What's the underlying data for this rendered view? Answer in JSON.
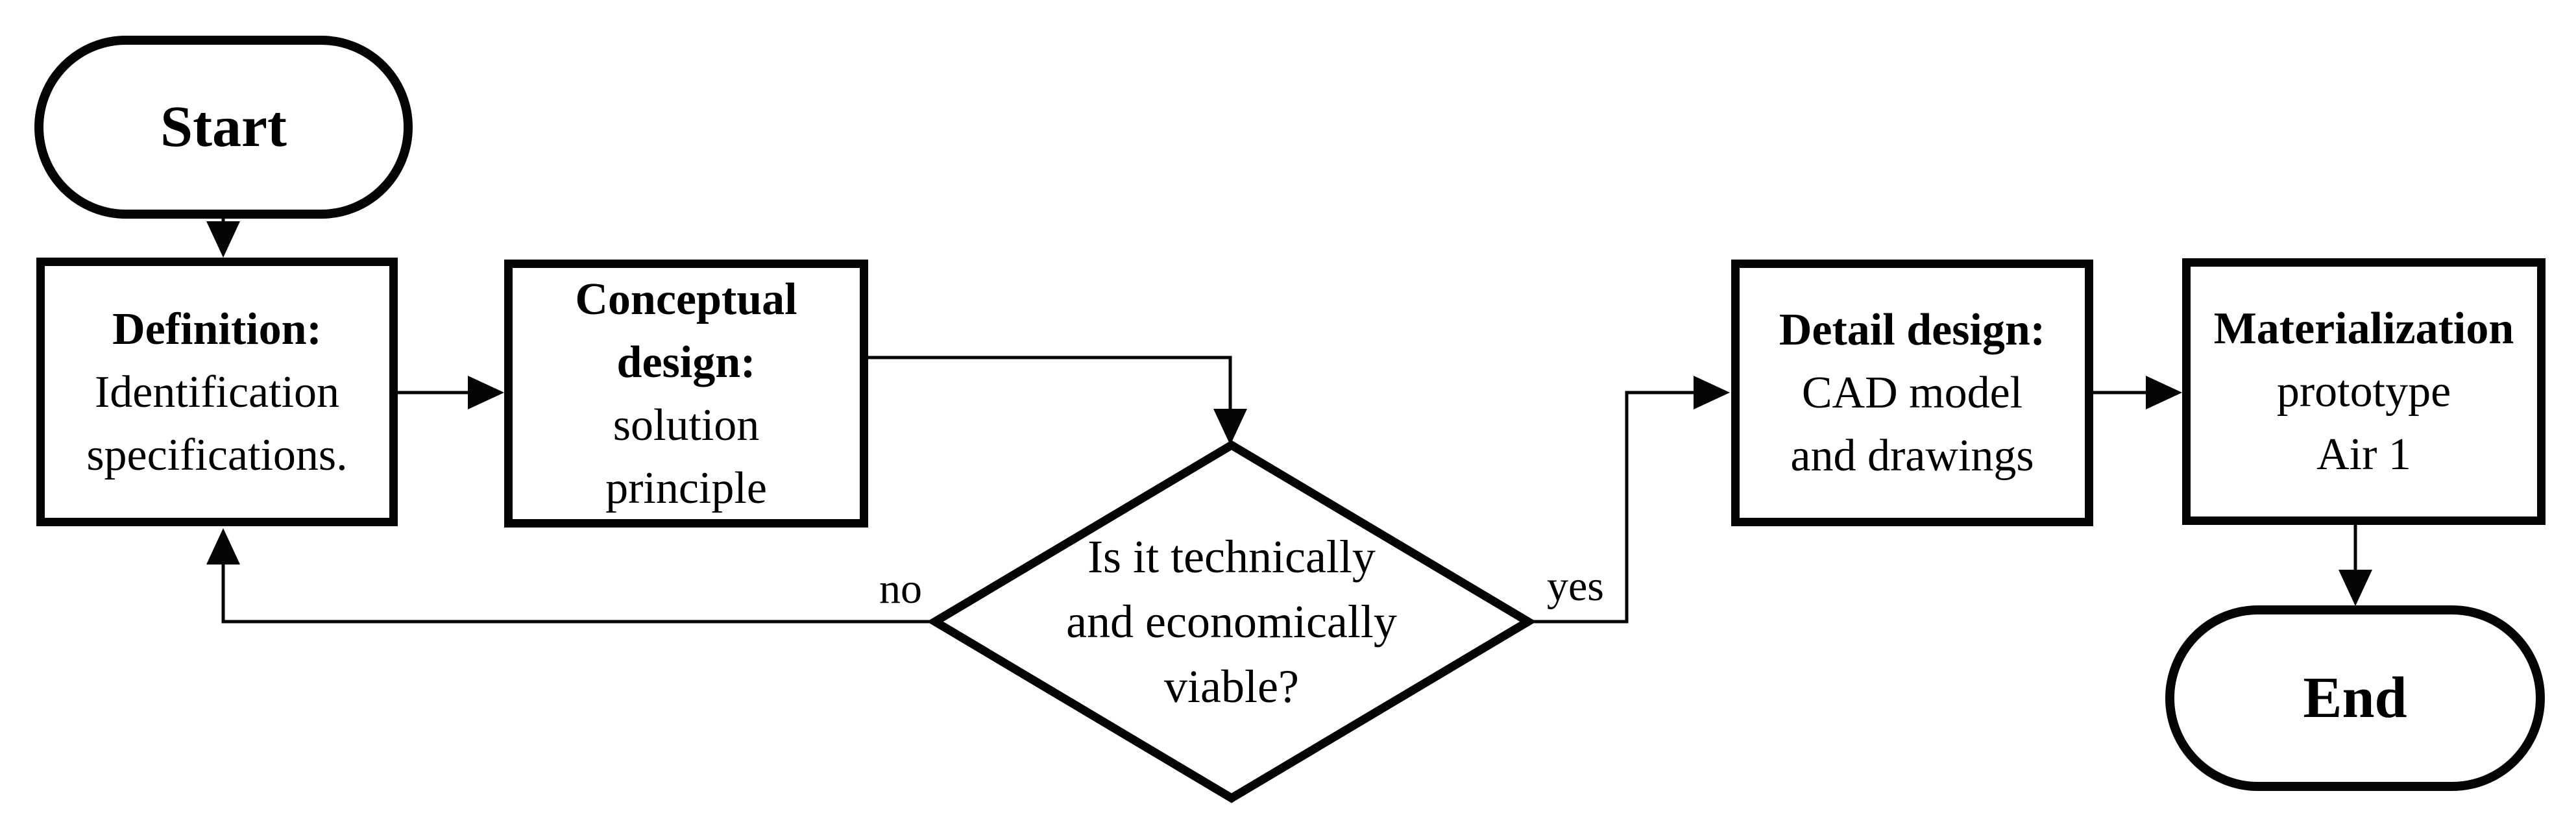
{
  "figure": {
    "background_color": "#ffffff",
    "stroke_color": "#000000",
    "text_color": "#000000"
  },
  "nodes": {
    "start": {
      "label": "Start"
    },
    "definition": {
      "title": "Definition:",
      "line1": "Identification",
      "line2": "specifications."
    },
    "conceptual": {
      "title_line1": "Conceptual",
      "title_line2": "design:",
      "line1": "solution",
      "line2": "principle"
    },
    "decision": {
      "line1": "Is it technically",
      "line2": "and economically",
      "line3": "viable?"
    },
    "detail": {
      "title": "Detail design:",
      "line1": "CAD model",
      "line2": "and drawings"
    },
    "materialization": {
      "title": "Materialization",
      "line1": "prototype",
      "line2": "Air 1"
    },
    "end": {
      "label": "End"
    }
  },
  "edges": {
    "decision_no_label": "no",
    "decision_yes_label": "yes"
  }
}
